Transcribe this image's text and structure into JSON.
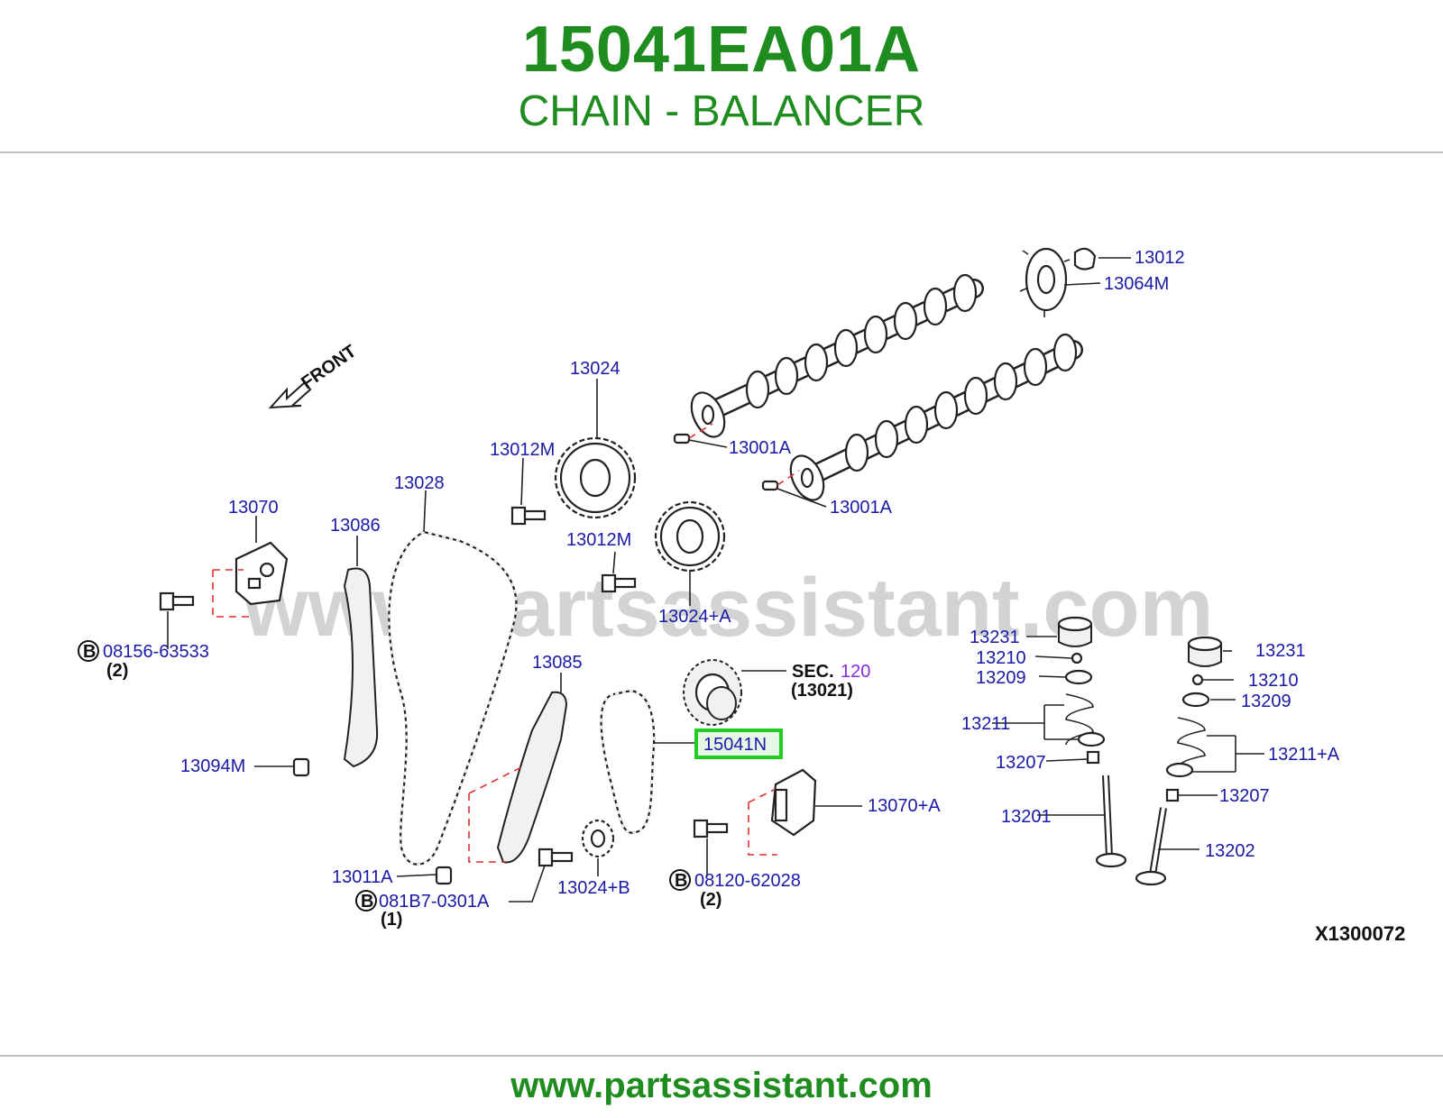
{
  "header": {
    "part_number": "15041EA01A",
    "part_name": "CHAIN - BALANCER"
  },
  "footer": {
    "url": "www.partsassistant.com"
  },
  "diagram": {
    "watermark": "www.partsassistant.com",
    "front_label": "FRONT",
    "drawing_code": "X1300072",
    "highlight_color": "#22cc22",
    "brand_color": "#1e8c1e",
    "label_color": "#1a1aa8",
    "labels": {
      "l13012": "13012",
      "l13064m": "13064M",
      "l13024": "13024",
      "l13001a_top": "13001A",
      "l13001a_bot": "13001A",
      "l13012m_a": "13012M",
      "l13012m_b": "13012M",
      "l13028": "13028",
      "l13070": "13070",
      "l13086": "13086",
      "l08156": "08156-63533",
      "l08156_qty": "(2)",
      "l13024a": "13024+A",
      "sec_prefix": "SEC.",
      "sec_num": "120",
      "sec_ref": "(13021)",
      "l13085": "13085",
      "l15041n": "15041N",
      "l13094m": "13094M",
      "l13070a": "13070+A",
      "l08120": "08120-62028",
      "l08120_qty": "(2)",
      "l13011a": "13011A",
      "l081b7": "081B7-0301A",
      "l081b7_qty": "(1)",
      "l13024b": "13024+B",
      "l13231_l": "13231",
      "l13210_l": "13210",
      "l13209_l": "13209",
      "l13211": "13211",
      "l13207_l": "13207",
      "l13201": "13201",
      "l13231_r": "13231",
      "l13210_r": "13210",
      "l13209_r": "13209",
      "l13211a": "13211+A",
      "l13207_r": "13207",
      "l13202": "13202",
      "bolt_mark": "B"
    }
  }
}
